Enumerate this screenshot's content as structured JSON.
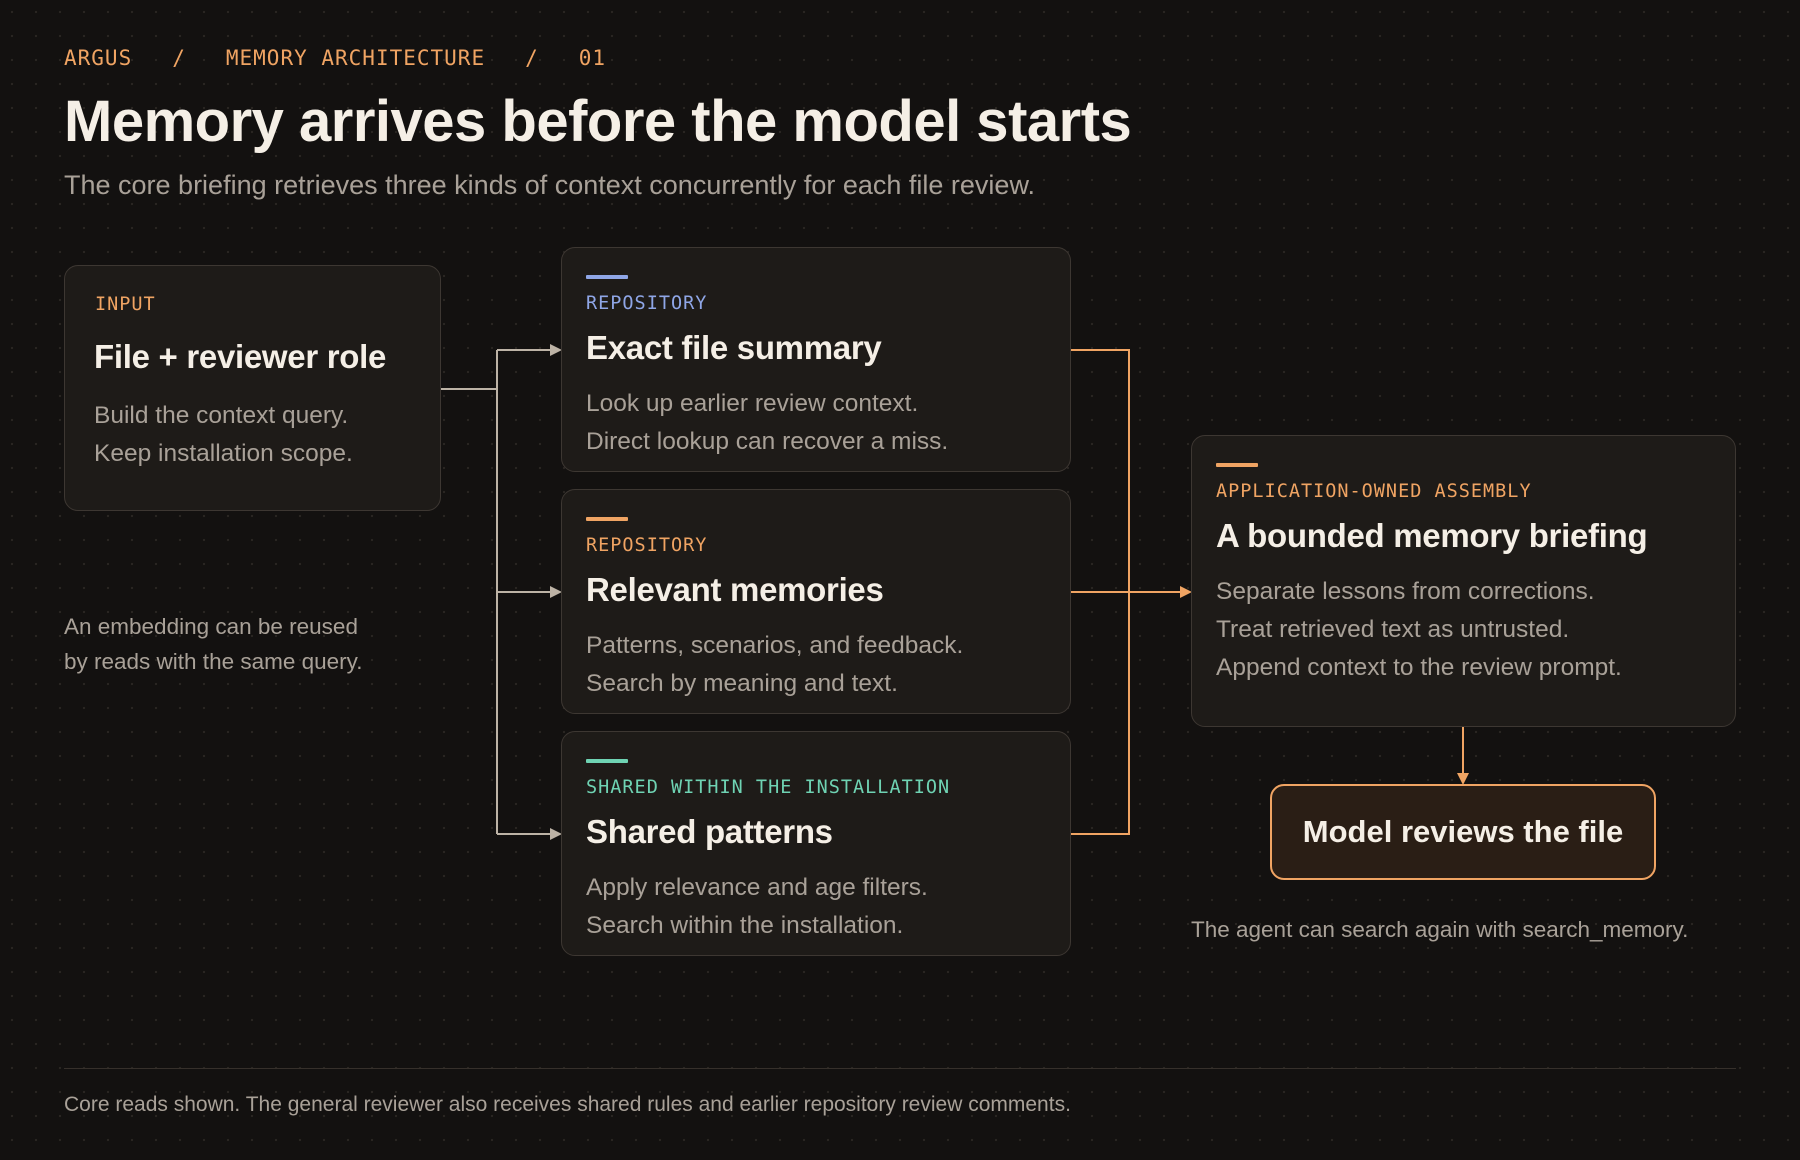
{
  "breadcrumb": [
    "ARGUS",
    "MEMORY ARCHITECTURE",
    "01"
  ],
  "breadcrumb_separator": "/",
  "title": "Memory arrives before the model starts",
  "subtitle": "The core briefing retrieves three kinds of context concurrently for each file review.",
  "input_card": {
    "kicker": "INPUT",
    "title": "File + reviewer role",
    "lines": [
      "Build the context query.",
      "Keep installation scope."
    ]
  },
  "embedding_note": [
    "An embedding can be reused",
    "by reads with the same query."
  ],
  "sources": [
    {
      "kicker": "REPOSITORY",
      "title": "Exact file summary",
      "lines": [
        "Look up earlier review context.",
        "Direct lookup can recover a miss."
      ],
      "accent": "#8fa6e6"
    },
    {
      "kicker": "REPOSITORY",
      "title": "Relevant memories",
      "lines": [
        "Patterns, scenarios, and feedback.",
        "Search by meaning and text."
      ],
      "accent": "#f0a463"
    },
    {
      "kicker": "SHARED WITHIN THE INSTALLATION",
      "title": "Shared patterns",
      "lines": [
        "Apply relevance and age filters.",
        "Search within the installation."
      ],
      "accent": "#6fd3b3"
    }
  ],
  "assembly_card": {
    "kicker": "APPLICATION-OWNED ASSEMBLY",
    "title": "A bounded memory briefing",
    "lines": [
      "Separate lessons from corrections.",
      "Treat retrieved text as untrusted.",
      "Append context to the review prompt."
    ],
    "accent": "#f0a463"
  },
  "model_button": "Model reviews the file",
  "search_note": "The agent can search again with search_memory.",
  "footnote": "Core reads shown. The general reviewer also receives shared rules and earlier repository review comments.",
  "colors": {
    "background": "#131110",
    "card": "#1e1b18",
    "card_border": "#3d3732",
    "orange": "#f0a463",
    "blue": "#8fa6e6",
    "teal": "#6fd3b3",
    "neutral_line": "#bdb3a6",
    "text_primary": "#f5efe6",
    "text_muted": "#a9a198"
  }
}
